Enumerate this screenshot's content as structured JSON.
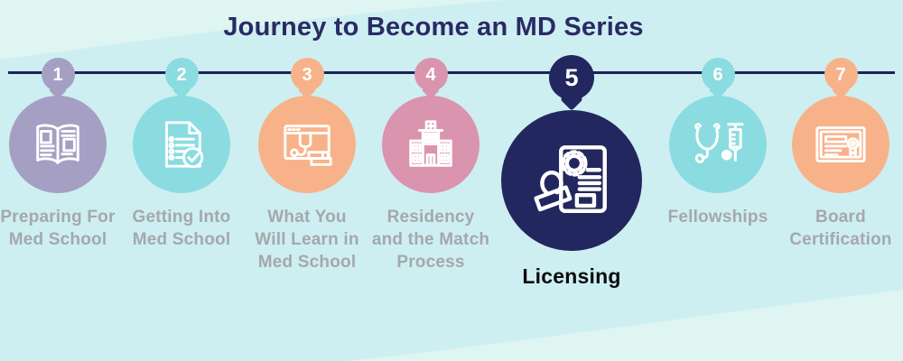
{
  "title": "Journey to Become an MD Series",
  "steps": [
    {
      "number": "1",
      "label": "Preparing For\nMed School",
      "icon": "open-book-icon",
      "color": "#a5a0c3",
      "active": false
    },
    {
      "number": "2",
      "label": "Getting Into\nMed School",
      "icon": "checklist-icon",
      "color": "#8bdce0",
      "active": false
    },
    {
      "number": "3",
      "label": "What You\nWill Learn in\nMed School",
      "icon": "online-learning-icon",
      "color": "#f8b289",
      "active": false
    },
    {
      "number": "4",
      "label": "Residency\nand the Match\nProcess",
      "icon": "hospital-icon",
      "color": "#db94ad",
      "active": false
    },
    {
      "number": "5",
      "label": "Licensing",
      "icon": "license-stamp-icon",
      "color": "#23275f",
      "active": true
    },
    {
      "number": "6",
      "label": "Fellowships",
      "icon": "medical-tools-icon",
      "color": "#8bdce0",
      "active": false
    },
    {
      "number": "7",
      "label": "Board\nCertification",
      "icon": "certificate-icon",
      "color": "#f8b289",
      "active": false
    }
  ],
  "colors": {
    "background": "#cdeff2",
    "background_light": "#def5f1",
    "timeline": "#1c2256",
    "title": "#2a2a64",
    "label": "#a5a8ac",
    "active_label": "#0b0b0b",
    "icon_stroke": "#ffffff"
  }
}
